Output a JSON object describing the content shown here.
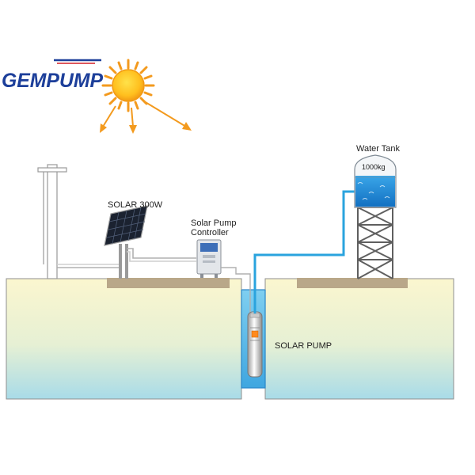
{
  "brand": {
    "logo_text": "GEMPUMP"
  },
  "labels": {
    "solar_panel": "SOLAR 300W",
    "controller_line1": "Solar Pump",
    "controller_line2": "Controller",
    "water_tank": "Water Tank",
    "tank_capacity": "1000kg",
    "solar_pump": "SOLAR PUMP"
  },
  "colors": {
    "brand_blue": "#1d3f9a",
    "brand_red": "#d21f26",
    "sun_orange": "#f39a1e",
    "ground_top": "#fbf6cf",
    "ground_bottom": "#a8dbe8",
    "water_blue": "#1f8fd6",
    "pipe_blue": "#2aa3de",
    "platform": "#b9a789"
  },
  "icons": {
    "sun": "sun-icon",
    "solar_panel": "solar-panel-icon",
    "controller": "controller-box-icon",
    "tank": "water-tank-icon",
    "pump": "submersible-pump-icon"
  }
}
